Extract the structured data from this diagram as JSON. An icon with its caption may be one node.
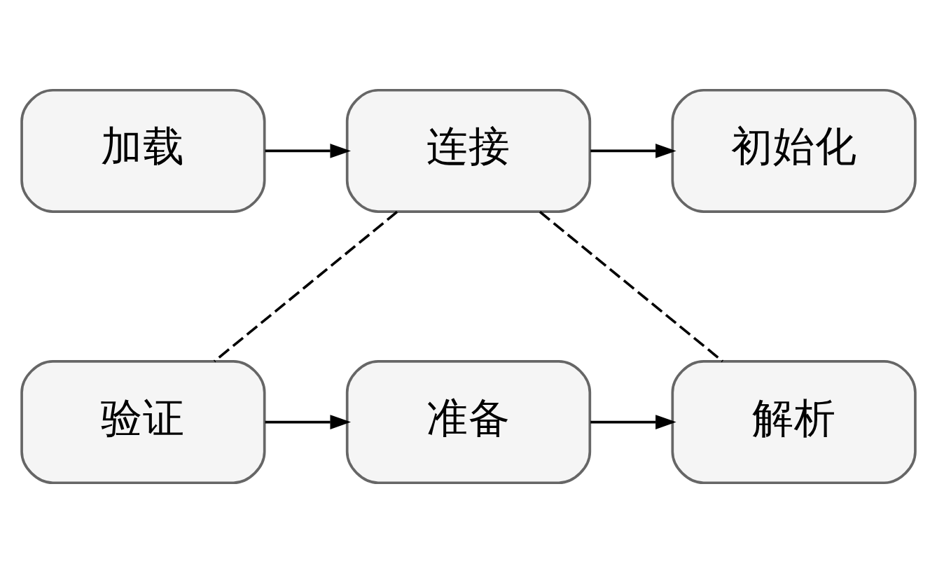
{
  "diagram": {
    "nodes": [
      {
        "text": [
          "加载"
        ]
      },
      {
        "text": [
          "连接"
        ]
      },
      {
        "text": [
          "初始化"
        ]
      },
      {
        "text": [
          "验证"
        ]
      },
      {
        "text": [
          "准备"
        ]
      },
      {
        "text": [
          "解析"
        ]
      }
    ],
    "edges": [
      {
        "from": 0,
        "to": 1,
        "arrow": "to"
      },
      {
        "from": 1,
        "to": 2,
        "arrow": "to"
      },
      {
        "from": 1,
        "to": 3,
        "arrow": "none",
        "style": "dashed"
      },
      {
        "from": 1,
        "to": 5,
        "arrow": "none",
        "style": "dashed"
      },
      {
        "from": 3,
        "to": 4,
        "arrow": "to"
      },
      {
        "from": 4,
        "to": 5,
        "arrow": "to"
      }
    ]
  }
}
